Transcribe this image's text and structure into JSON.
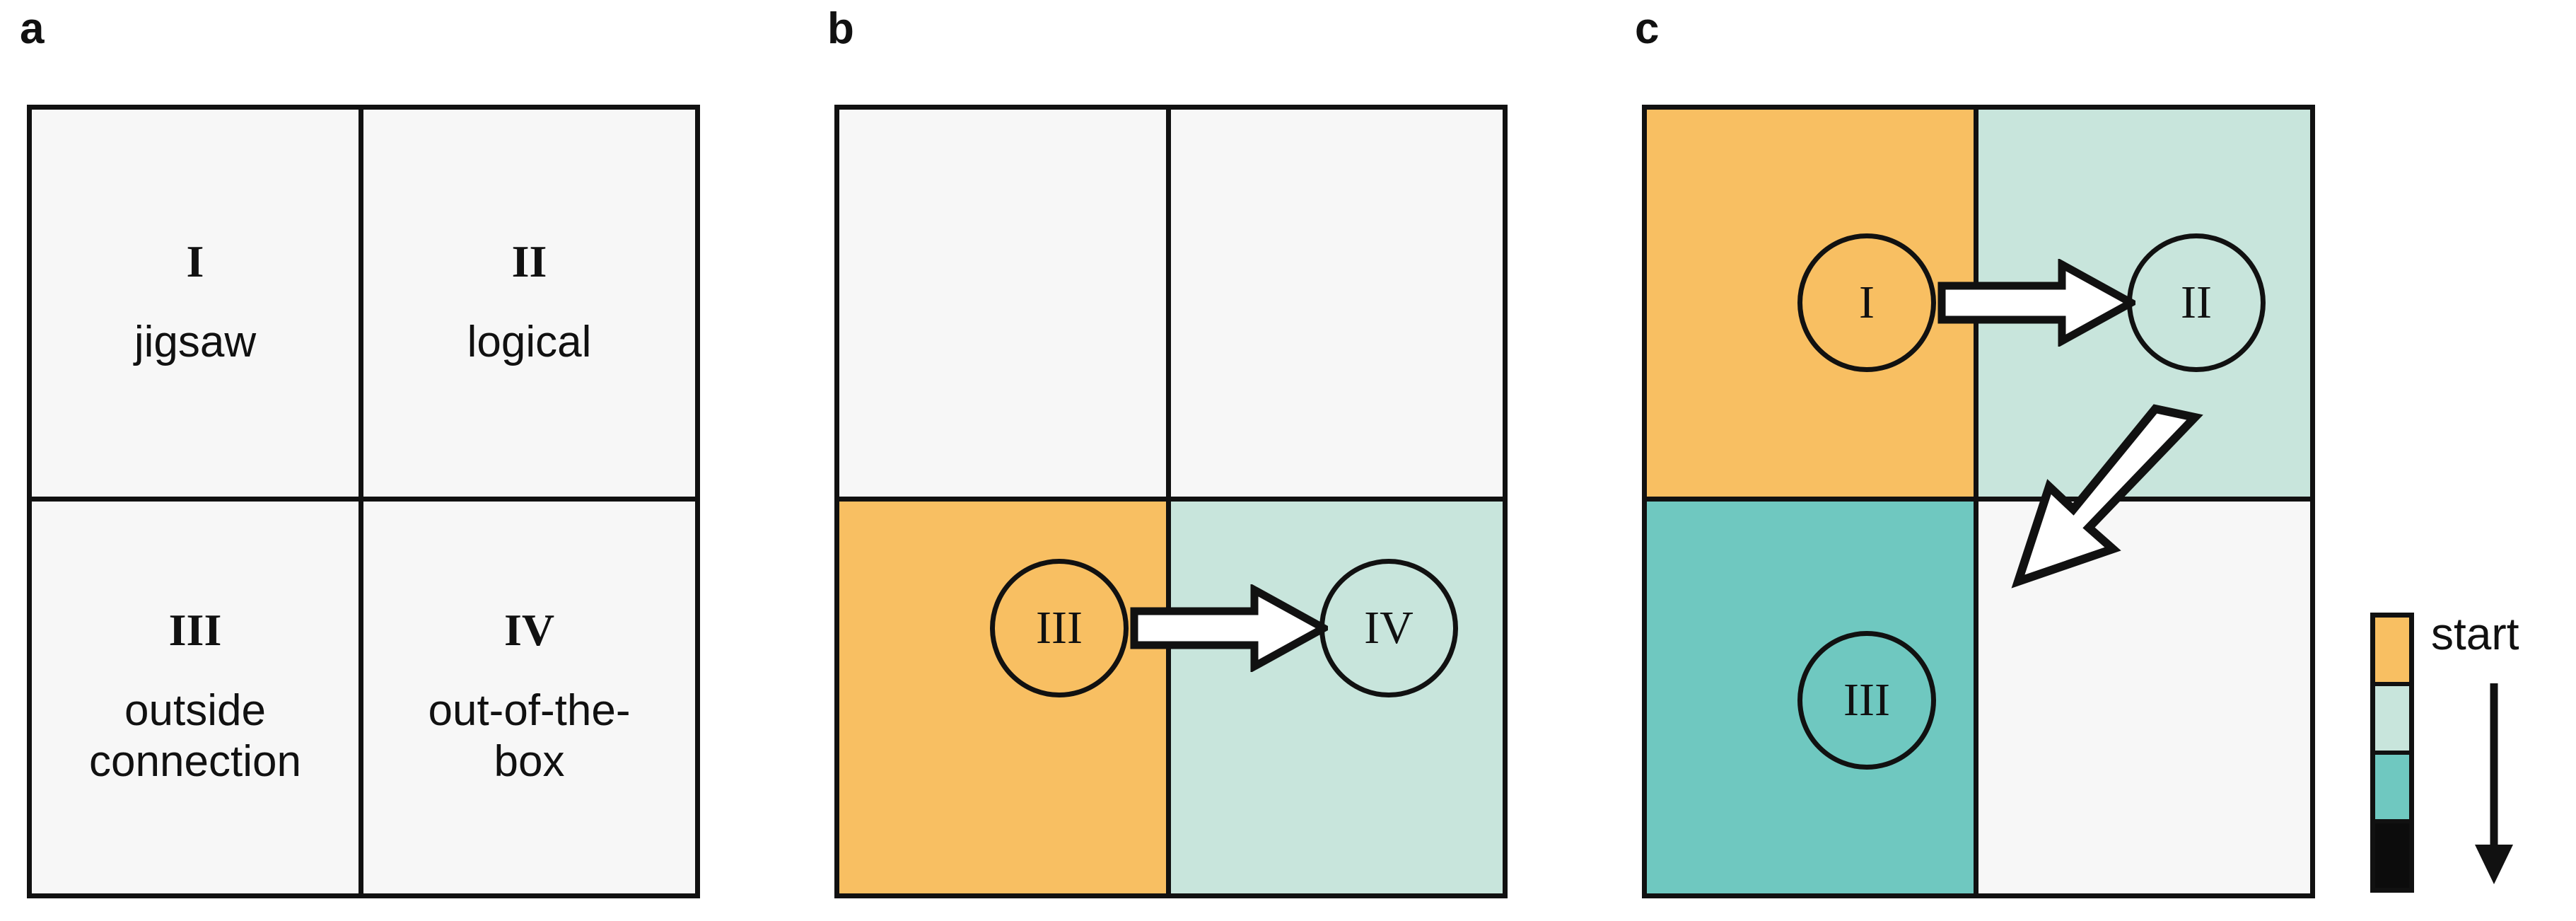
{
  "figure": {
    "background": "#ffffff",
    "colors": {
      "orange": "#f8bf62",
      "mint": "#c8e5dc",
      "teal": "#6fc8c0",
      "black": "#0c0c0c",
      "empty": "#f7f7f7",
      "stroke": "#111111",
      "arrow_fill": "#ffffff"
    }
  },
  "panels": [
    {
      "label": "a",
      "name": "panel-a-definitions",
      "cells": [
        {
          "roman": "I",
          "term": "jigsaw",
          "fill": "empty"
        },
        {
          "roman": "II",
          "term": "logical",
          "fill": "empty"
        },
        {
          "roman": "III",
          "term": "outside\nconnection",
          "fill": "empty"
        },
        {
          "roman": "IV",
          "term": "out-of-the-\nbox",
          "fill": "empty"
        }
      ]
    },
    {
      "label": "b",
      "name": "panel-b-two-step",
      "cells": [
        {
          "roman": "",
          "fill": "empty"
        },
        {
          "roman": "",
          "fill": "empty"
        },
        {
          "roman": "III",
          "fill": "orange"
        },
        {
          "roman": "IV",
          "fill": "mint"
        }
      ],
      "arrows": [
        {
          "type": "horizontal-right",
          "from": "III",
          "to": "IV"
        }
      ]
    },
    {
      "label": "c",
      "name": "panel-c-three-step",
      "cells": [
        {
          "roman": "I",
          "fill": "orange"
        },
        {
          "roman": "II",
          "fill": "mint"
        },
        {
          "roman": "III",
          "fill": "teal"
        },
        {
          "roman": "",
          "fill": "empty"
        }
      ],
      "arrows": [
        {
          "type": "horizontal-right",
          "from": "I",
          "to": "II"
        },
        {
          "type": "diagonal-down-left",
          "from": "II",
          "to": "III"
        }
      ]
    }
  ],
  "legend": {
    "name": "sequence-legend",
    "start_label": "start",
    "direction_icon": "down-arrow-icon",
    "swatches": [
      {
        "order": 1,
        "color": "#f8bf62",
        "name": "legend-swatch-orange"
      },
      {
        "order": 2,
        "color": "#c8e5dc",
        "name": "legend-swatch-mint"
      },
      {
        "order": 3,
        "color": "#6fc8c0",
        "name": "legend-swatch-teal"
      },
      {
        "order": 4,
        "color": "#0c0c0c",
        "name": "legend-swatch-black"
      }
    ]
  }
}
